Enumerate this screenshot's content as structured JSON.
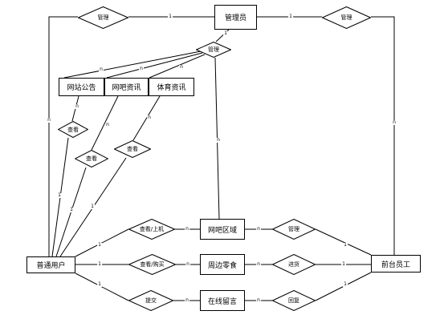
{
  "entities": {
    "admin": "管理员",
    "notice": "网站公告",
    "cafe_news": "网吧资讯",
    "sports_news": "体育资讯",
    "area": "网吧区域",
    "snacks": "周边零食",
    "messages": "在线留言",
    "user": "普通用户",
    "staff": "前台员工"
  },
  "relations": {
    "admin_user": "管理",
    "admin_staff": "管理",
    "admin_publish": "管理",
    "view_notice": "查看",
    "view_cafe": "查看",
    "view_sports": "查看",
    "view_online": "查看/上机",
    "view_buy": "查看/购买",
    "submit": "提交",
    "staff_manage": "管理",
    "staff_stock": "进货",
    "staff_reply": "回复"
  },
  "cardinalities": {
    "admin_user_admin": "1",
    "admin_user_user": "n",
    "admin_staff_admin": "1",
    "admin_staff_staff": "n",
    "pub_admin": "1",
    "pub_notice": "n",
    "pub_cafe": "n",
    "pub_sports": "n",
    "pub_area": "n",
    "notice_view": "n",
    "user_view_notice": "1",
    "cafe_view": "n",
    "user_view_cafe": "1",
    "sports_view": "n",
    "user_view_sports": "1",
    "user_online": "1",
    "area_online": "n",
    "user_buy": "1",
    "snacks_buy": "n",
    "user_submit": "1",
    "messages_submit": "n",
    "area_manage": "n",
    "staff_manage": "1",
    "snacks_stock": "n",
    "staff_stock": "1",
    "messages_reply": "n",
    "staff_reply": "1"
  }
}
